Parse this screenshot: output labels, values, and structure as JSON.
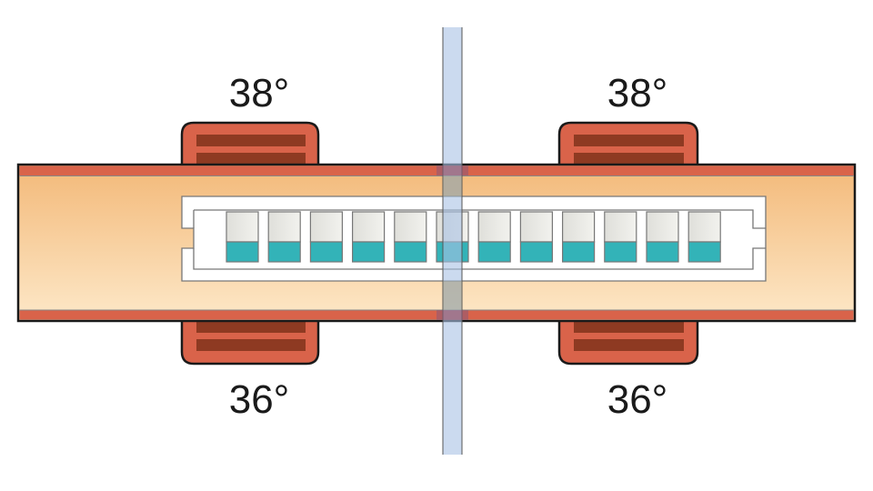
{
  "labels": {
    "top_left": "38°",
    "top_right": "38°",
    "bottom_left": "36°",
    "bottom_right": "36°"
  },
  "well_count": 12,
  "colors": {
    "heater": "#d9634a",
    "heater_coil": "#8e3a22",
    "tube_top": "#f3b979",
    "tube_bottom": "#fce6c4",
    "well_fill": "#33b3b8",
    "well_empty": "#e7e7e2",
    "beam": "#a9c1e4"
  }
}
